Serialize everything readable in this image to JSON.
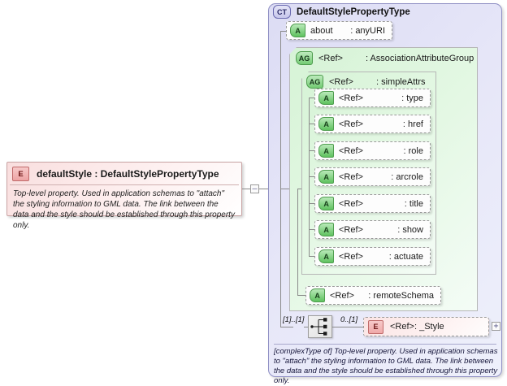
{
  "diagram": {
    "kind": "xsd-schema-component-diagram",
    "colors": {
      "element_pink": "#f9dede",
      "attribute_green": "#5fc25f",
      "complextype_lavender": "#dcdcf4",
      "group_green": "#d6f3d6",
      "line_gray": "#8a8a8a"
    }
  },
  "element_node": {
    "badge": "E",
    "badge_icon": "element-badge-icon",
    "title": "defaultStyle : DefaultStylePropertyType",
    "name": "defaultStyle",
    "type": "DefaultStylePropertyType",
    "annotation": "Top-level property. Used in application schemas to \"attach\" the styling information to GML data. The link between the data and the style should be established through this property only."
  },
  "collapse_toggle": {
    "label": "–",
    "icon": "minus-box-icon"
  },
  "complex_type": {
    "badge": "CT",
    "badge_icon": "complextype-badge-icon",
    "title": "DefaultStylePropertyType",
    "annotation": "[complexType of] Top-level property. Used in application schemas to \"attach\" the styling information to GML data. The link between the data and the style should be established through this property only."
  },
  "attributes": {
    "about": {
      "badge": "A",
      "name": "about",
      "type": ": anyURI"
    }
  },
  "association_group": {
    "badge": "AG",
    "name": "<Ref>",
    "type": ": AssociationAttributeGroup"
  },
  "simple_attrs_group": {
    "badge": "AG",
    "name": "<Ref>",
    "type": ": simpleAttrs"
  },
  "simple_attrs_items": [
    {
      "badge": "A",
      "name": "<Ref>",
      "type": ": type"
    },
    {
      "badge": "A",
      "name": "<Ref>",
      "type": ": href"
    },
    {
      "badge": "A",
      "name": "<Ref>",
      "type": ": role"
    },
    {
      "badge": "A",
      "name": "<Ref>",
      "type": ": arcrole"
    },
    {
      "badge": "A",
      "name": "<Ref>",
      "type": ": title"
    },
    {
      "badge": "A",
      "name": "<Ref>",
      "type": ": show"
    },
    {
      "badge": "A",
      "name": "<Ref>",
      "type": ": actuate"
    }
  ],
  "remote_schema": {
    "badge": "A",
    "name": "<Ref>",
    "type": ": remoteSchema"
  },
  "sequence": {
    "icon": "sequence-compositor-icon",
    "cardinality_left": "[1]..[1]",
    "cardinality_right": "0..[1]"
  },
  "style_ref": {
    "badge": "E",
    "name": "<Ref>",
    "type": ": _Style"
  },
  "expand_toggle": {
    "label": "+",
    "icon": "plus-box-icon"
  }
}
